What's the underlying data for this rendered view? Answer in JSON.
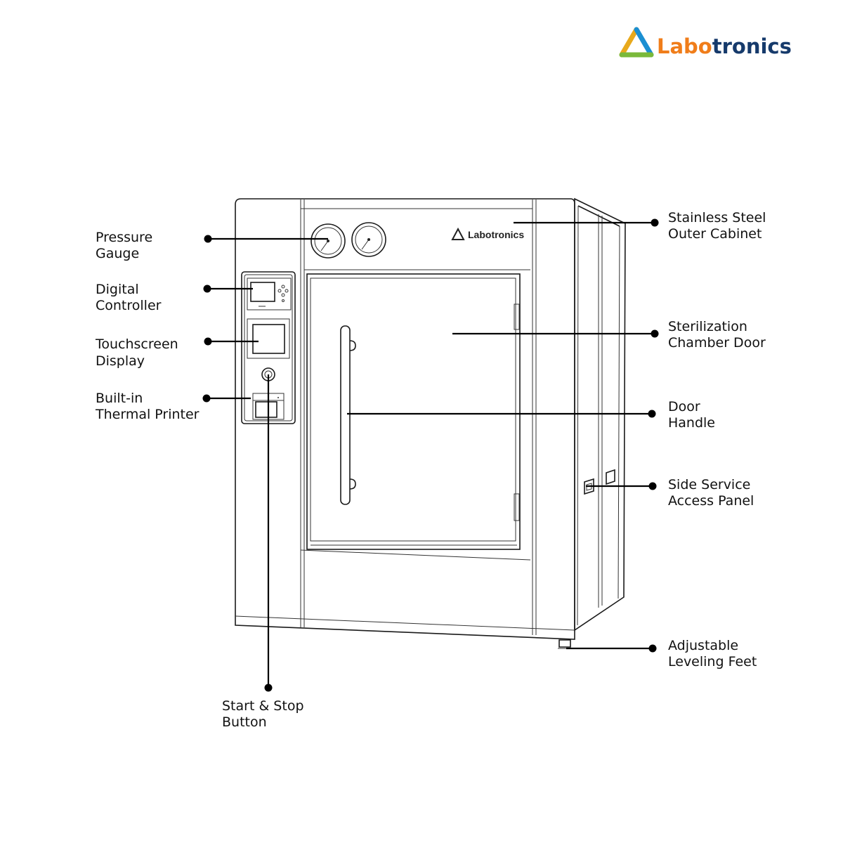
{
  "brand": {
    "name_part1": "Labo",
    "name_part2": "tronics",
    "colors": {
      "part1": "#f07d1a",
      "part2": "#163a6b"
    },
    "logo_colors": [
      "#e8a91c",
      "#1b8fd2",
      "#7ab93a",
      "#f07d1a"
    ]
  },
  "cabinet_logo": "Labotronics",
  "labels": {
    "pressure_gauge": [
      "Pressure",
      "Gauge"
    ],
    "digital_controller": [
      "Digital",
      "Controller"
    ],
    "touchscreen_display": [
      "Touchscreen",
      "Display"
    ],
    "thermal_printer": [
      "Built-in",
      "Thermal Printer"
    ],
    "outer_cabinet": [
      "Stainless Steel",
      "Outer Cabinet"
    ],
    "chamber_door": [
      "Sterilization",
      "Chamber Door"
    ],
    "door_handle": [
      "Door",
      "Handle"
    ],
    "service_panel": [
      "Side Service",
      "Access Panel"
    ],
    "leveling_feet": [
      "Adjustable",
      "Leveling Feet"
    ],
    "start_stop": [
      "Start & Stop",
      "Button"
    ]
  }
}
